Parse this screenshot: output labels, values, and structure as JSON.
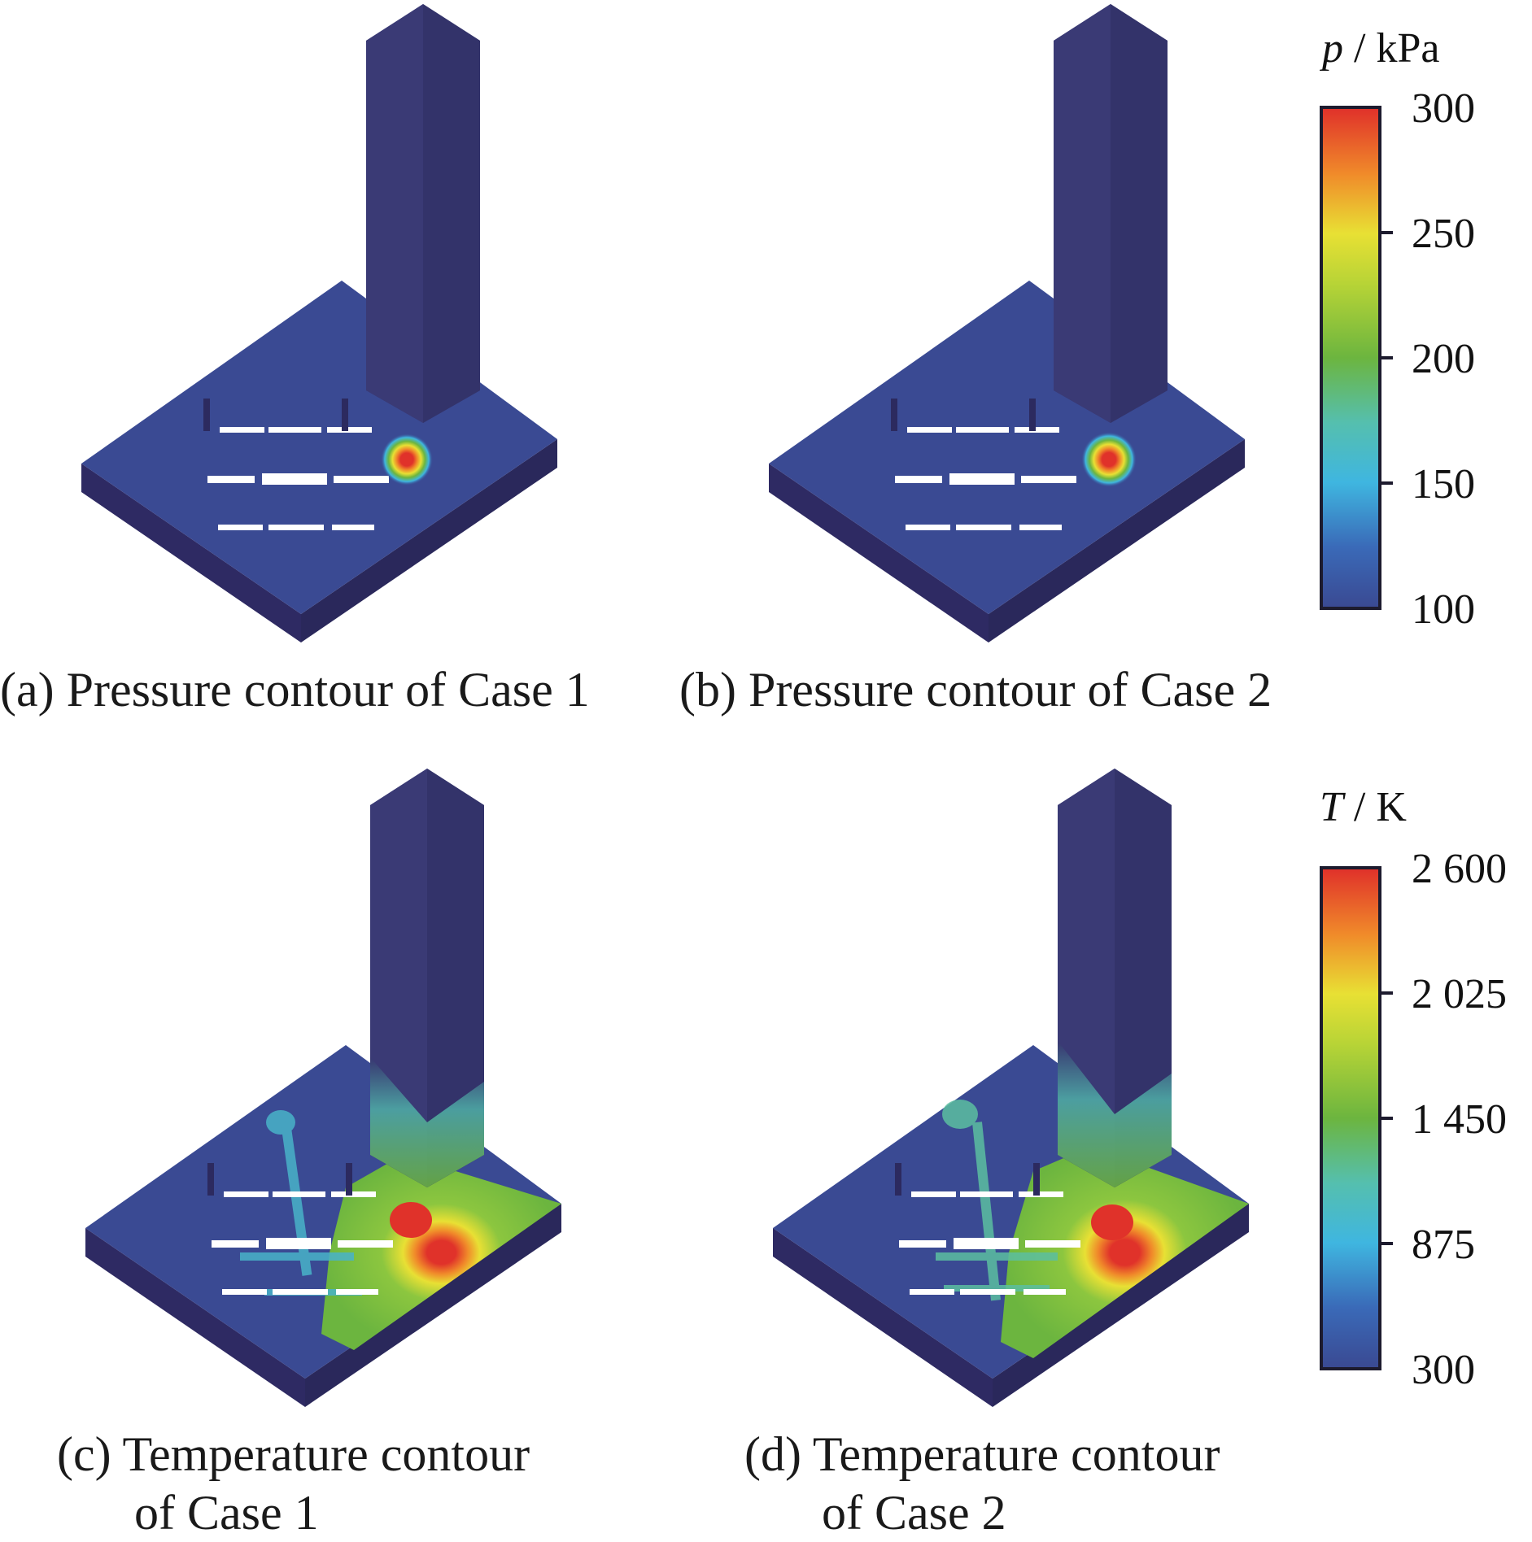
{
  "panels": [
    {
      "id": "a",
      "field": "pressure",
      "caption": "(a) Pressure contour of Case 1"
    },
    {
      "id": "b",
      "field": "pressure",
      "caption": "(b) Pressure contour of Case 2"
    },
    {
      "id": "c",
      "field": "temperature",
      "caption_line1": "(c) Temperature contour",
      "caption_line2": "of Case 1"
    },
    {
      "id": "d",
      "field": "temperature",
      "caption_line1": "(d) Temperature contour",
      "caption_line2": "of Case 2"
    }
  ],
  "colorbars": {
    "pressure": {
      "symbol": "p",
      "unit": " / kPa",
      "ticks": [
        "300",
        "250",
        "200",
        "150",
        "100"
      ]
    },
    "temperature": {
      "symbol": "T",
      "unit": " / K",
      "ticks": [
        "2 600",
        "2 025",
        "1 450",
        "875",
        "300"
      ]
    }
  },
  "colors": {
    "low": "#3a4a93",
    "cyan": "#3fb6e0",
    "green": "#6cb53f",
    "yellow": "#e8e034",
    "orange": "#f08a2a",
    "high": "#e0322a",
    "outline": "#1d1b2e"
  }
}
